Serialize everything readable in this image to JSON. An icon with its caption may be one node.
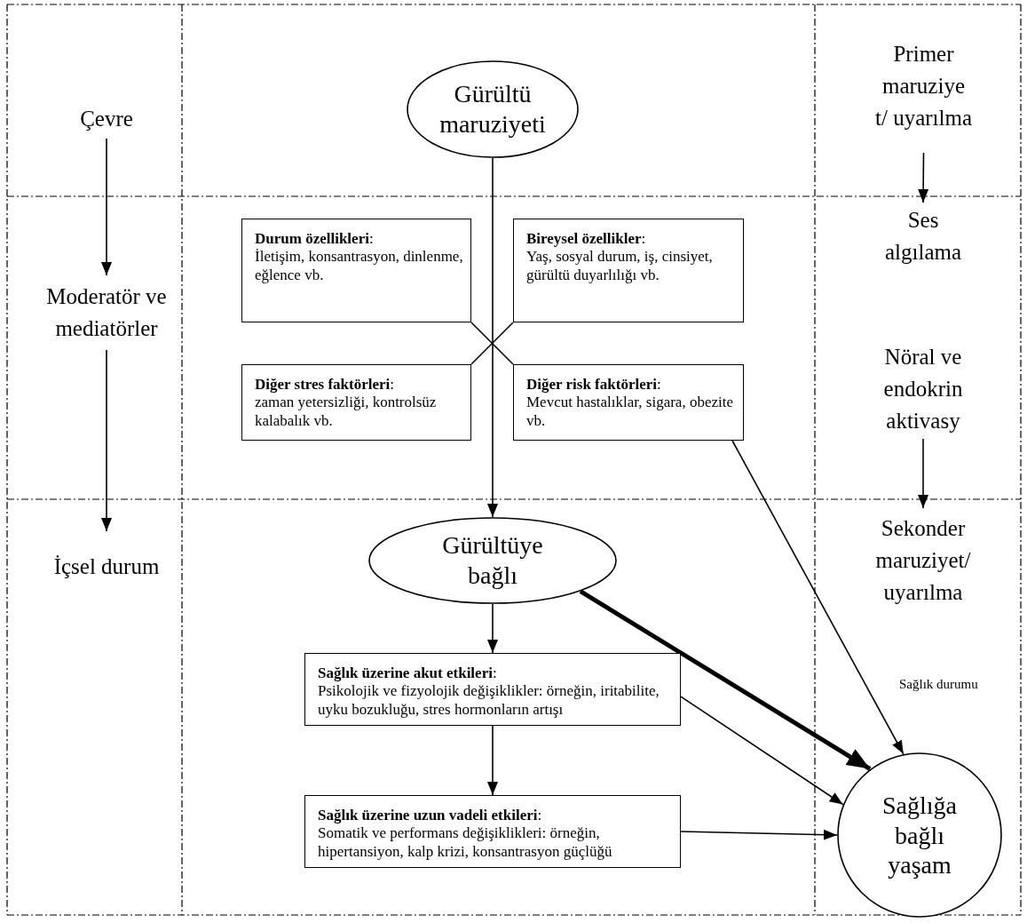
{
  "diagram": {
    "nodes": [
      {
        "text": [
          "Çevre"
        ]
      },
      {
        "text": [
          "Gürültü maruziyeti"
        ]
      },
      {
        "text": [
          "Primer maruziye t/ uyarılma"
        ]
      },
      {
        "text": [
          "Moderatör ve mediatörler"
        ]
      },
      {
        "text": [
          "**Durum özellikleri**:",
          "İletişim, konsantrasyon, dinlenme, eğlence vb."
        ]
      },
      {
        "text": [
          "**Bireysel özellikler**:",
          "Yaş, sosyal durum, iş, cinsiyet, gürültü duyarlılığı vb."
        ]
      },
      {
        "text": [
          "Ses algılama"
        ]
      },
      {
        "text": [
          "**Diğer stres faktörleri**:",
          "zaman yetersizliği, kontrolsüz kalabalık vb."
        ]
      },
      {
        "text": [
          "**Diğer risk faktörleri**:",
          "Mevcut hastalıklar, sigara, obezite vb."
        ]
      },
      {
        "text": [
          "Nöral ve endokrin aktivasy"
        ]
      },
      {
        "text": [
          "İçsel durum"
        ]
      },
      {
        "text": [
          "Gürültüye bağlı"
        ]
      },
      {
        "text": [
          "Sekonder maruziyet/ uyarılma"
        ]
      },
      {
        "text": [
          "**Sağlık üzerine akut etkileri**:",
          "Psikolojik ve fizyolojik değişiklikler: örneğin, iritabilite, uyku bozukluğu, stres hormonların artışı"
        ]
      },
      {
        "text": [
          "**Sağlık üzerine uzun vadeli etkileri**:",
          "Somatik ve performans değişiklikleri: örneğin, hipertansiyon, kalp krizi, konsantrasyon güçlüğü"
        ]
      },
      {
        "text": [
          "Sağlığa bağlı yaşam"
        ]
      }
    ],
    "edges": [
      {
        "from": 0,
        "to": 3,
        "arrow": "to"
      },
      {
        "from": 3,
        "to": 10,
        "arrow": "to"
      },
      {
        "from": 2,
        "to": 6,
        "arrow": "to"
      },
      {
        "from": 9,
        "to": 12,
        "arrow": "to"
      },
      {
        "from": 1,
        "to": 11,
        "arrow": "to"
      },
      {
        "from": 4,
        "to": 8,
        "arrow": "none"
      },
      {
        "from": 5,
        "to": 7,
        "arrow": "none"
      },
      {
        "from": 11,
        "to": 13,
        "arrow": "to"
      },
      {
        "from": 13,
        "to": 14,
        "arrow": "to"
      },
      {
        "from": 14,
        "to": 15,
        "arrow": "to"
      },
      {
        "from": 13,
        "to": 15,
        "arrow": "to"
      },
      {
        "from": 11,
        "to": 15,
        "arrow": "to",
        "style": "thick"
      },
      {
        "from": 8,
        "to": 15,
        "arrow": "to"
      }
    ],
    "labels": [
      "Sağlık durumu"
    ]
  }
}
